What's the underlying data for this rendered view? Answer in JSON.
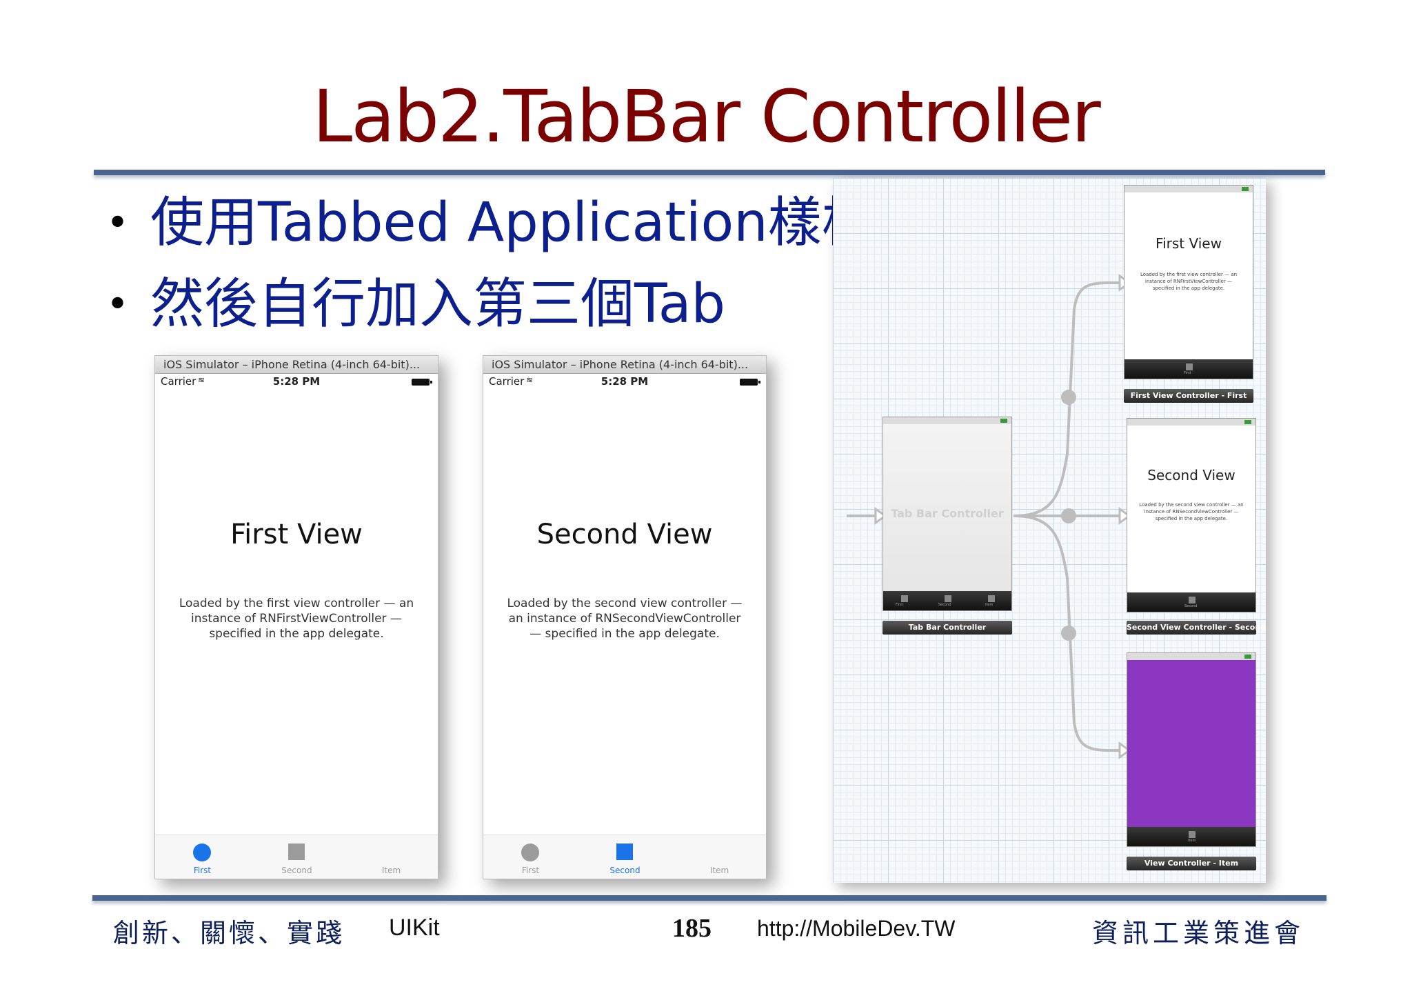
{
  "slide": {
    "title": "Lab2.TabBar Controller",
    "bullets": [
      "使用Tabbed Application樣板",
      "然後自行加入第三個Tab"
    ]
  },
  "simulators": [
    {
      "window_title": "iOS Simulator – iPhone Retina (4-inch 64-bit)...",
      "carrier": "Carrier",
      "time": "5:28 PM",
      "view_title": "First View",
      "view_description": "Loaded by the first view controller — an instance of RNFirstViewController — specified in the app delegate.",
      "tabs": [
        {
          "label": "First",
          "active": true
        },
        {
          "label": "Second",
          "active": false
        },
        {
          "label": "Item",
          "active": false
        }
      ]
    },
    {
      "window_title": "iOS Simulator – iPhone Retina (4-inch 64-bit)...",
      "carrier": "Carrier",
      "time": "5:28 PM",
      "view_title": "Second View",
      "view_description": "Loaded by the second view controller — an instance of RNSecondViewController — specified in the app delegate.",
      "tabs": [
        {
          "label": "First",
          "active": false
        },
        {
          "label": "Second",
          "active": true
        },
        {
          "label": "Item",
          "active": false
        }
      ]
    }
  ],
  "storyboard": {
    "tab_bar_controller": {
      "watermark": "Tab Bar Controller",
      "label": "Tab Bar Controller",
      "tab_labels": [
        "First",
        "Second",
        "Item"
      ]
    },
    "first_scene": {
      "title": "First View",
      "description": "Loaded by the first view controller — an instance of RNFirstViewController — specified in the app delegate.",
      "tab_label": "First",
      "label": "First View Controller - First"
    },
    "second_scene": {
      "title": "Second View",
      "description": "Loaded by the second view controller — an instance of RNSecondViewController — specified in the app delegate.",
      "tab_label": "Second",
      "label": "Second View Controller - Second"
    },
    "third_scene": {
      "background_color": "#8a36c0",
      "tab_label": "Item",
      "label": "View Controller - Item"
    }
  },
  "footer": {
    "motto": "創新、關懷、實踐",
    "topic": "UIKit",
    "page_number": "185",
    "url": "http://MobileDev.TW",
    "organization": "資訊工業策進會"
  },
  "colors": {
    "title": "#7b0000",
    "bullet_text": "#0c1f8c",
    "rule": "#4a6490",
    "active_tab": "#1a73e8",
    "inactive_tab_icon": "#9b9b9b"
  }
}
